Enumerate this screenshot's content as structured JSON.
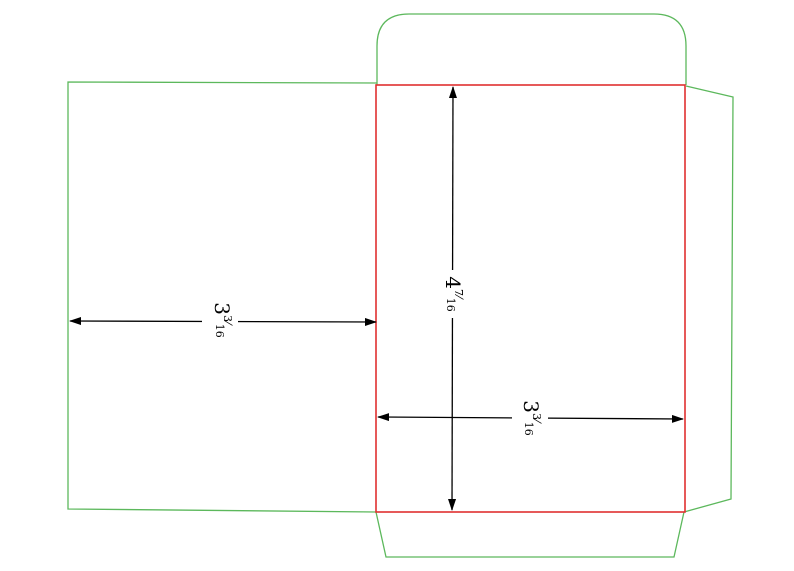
{
  "colors": {
    "cut_line": "#5cb85c",
    "fold_line": "#e03030",
    "dimension": "#000000",
    "background": "#ffffff"
  },
  "dimensions": {
    "left_flap_width": {
      "whole": "3",
      "num": "3",
      "den": "16"
    },
    "panel_height": {
      "whole": "4",
      "num": "7",
      "den": "16"
    },
    "panel_width": {
      "whole": "3",
      "num": "3",
      "den": "16"
    }
  }
}
